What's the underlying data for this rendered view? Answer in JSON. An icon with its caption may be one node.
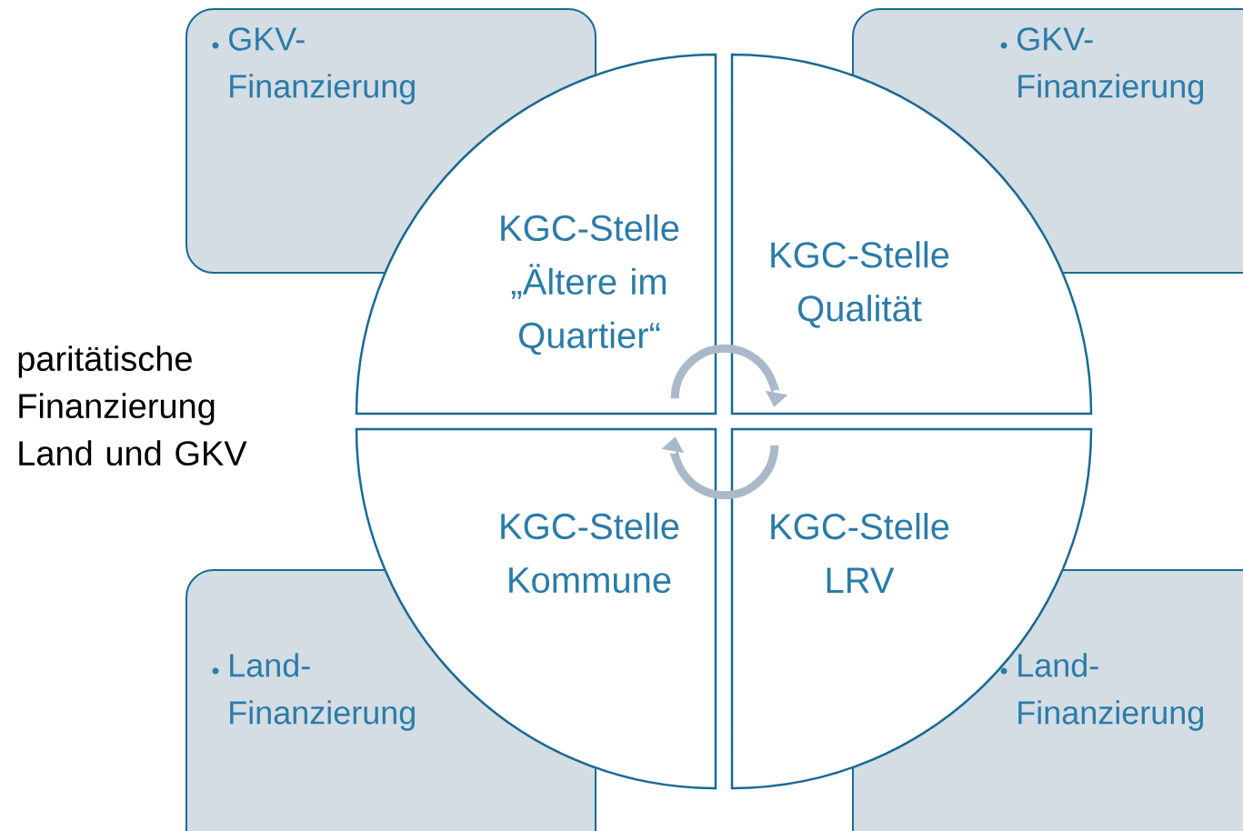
{
  "diagram": {
    "nodes": [
      {
        "text": [
          "GKV- Finanzierung"
        ]
      },
      {
        "text": [
          "GKV- Finanzierung"
        ]
      },
      {
        "text": [
          "KGC-Stelle",
          "„Ältere im Quartier“"
        ]
      },
      {
        "text": [
          "KGC-Stelle",
          "Qualität"
        ]
      },
      {
        "text": [
          "KGC-Stelle",
          "Kommune"
        ]
      },
      {
        "text": [
          "KGC-Stelle",
          "LRV"
        ]
      },
      {
        "text": [
          "Land- Finanzierung"
        ]
      },
      {
        "text": [
          "Land- Finanzierung"
        ]
      }
    ],
    "edges": [
      {
        "from": 2,
        "to": 3,
        "arrow": "to"
      },
      {
        "from": 5,
        "to": 4,
        "arrow": "to"
      }
    ],
    "labels": [
      "paritätische Finanzierung Land und GKV"
    ]
  }
}
